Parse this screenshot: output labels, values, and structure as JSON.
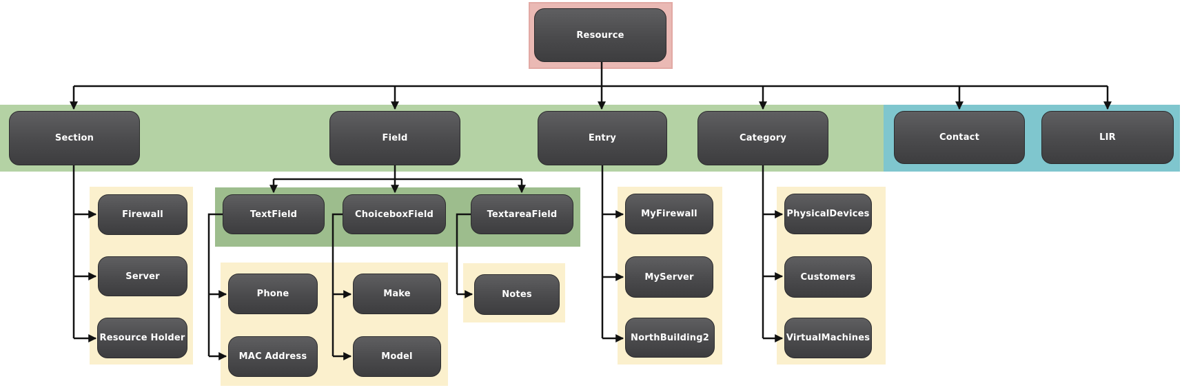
{
  "diagram": {
    "type": "hierarchy-tree",
    "description": "Resource object hierarchy diagram"
  },
  "colors": {
    "root_highlight": "#eab9b4",
    "level1_highlight_green": "#b4d2a4",
    "level1_highlight_teal": "#7fc6ce",
    "field_children_highlight": "#9dbd8d",
    "group_highlight_cream": "#fbf0cd",
    "node_fill_top": "#5f5f61",
    "node_fill_bottom": "#3d3d3f",
    "node_text": "#ffffff",
    "connector": "#111111"
  },
  "tree": {
    "label": "Resource",
    "children": [
      {
        "label": "Section",
        "children": [
          {
            "label": "Firewall"
          },
          {
            "label": "Server"
          },
          {
            "label": "Resource Holder"
          }
        ]
      },
      {
        "label": "Field",
        "children": [
          {
            "label": "TextField",
            "children": [
              {
                "label": "Phone"
              },
              {
                "label": "MAC Address"
              }
            ]
          },
          {
            "label": "ChoiceboxField",
            "children": [
              {
                "label": "Make"
              },
              {
                "label": "Model"
              }
            ]
          },
          {
            "label": "TextareaField",
            "children": [
              {
                "label": "Notes"
              }
            ]
          }
        ]
      },
      {
        "label": "Entry",
        "children": [
          {
            "label": "MyFirewall"
          },
          {
            "label": "MyServer"
          },
          {
            "label": "NorthBuilding2"
          }
        ]
      },
      {
        "label": "Category",
        "children": [
          {
            "label": "PhysicalDevices"
          },
          {
            "label": "Customers"
          },
          {
            "label": "VirtualMachines"
          }
        ]
      },
      {
        "label": "Contact"
      },
      {
        "label": "LIR"
      }
    ]
  }
}
